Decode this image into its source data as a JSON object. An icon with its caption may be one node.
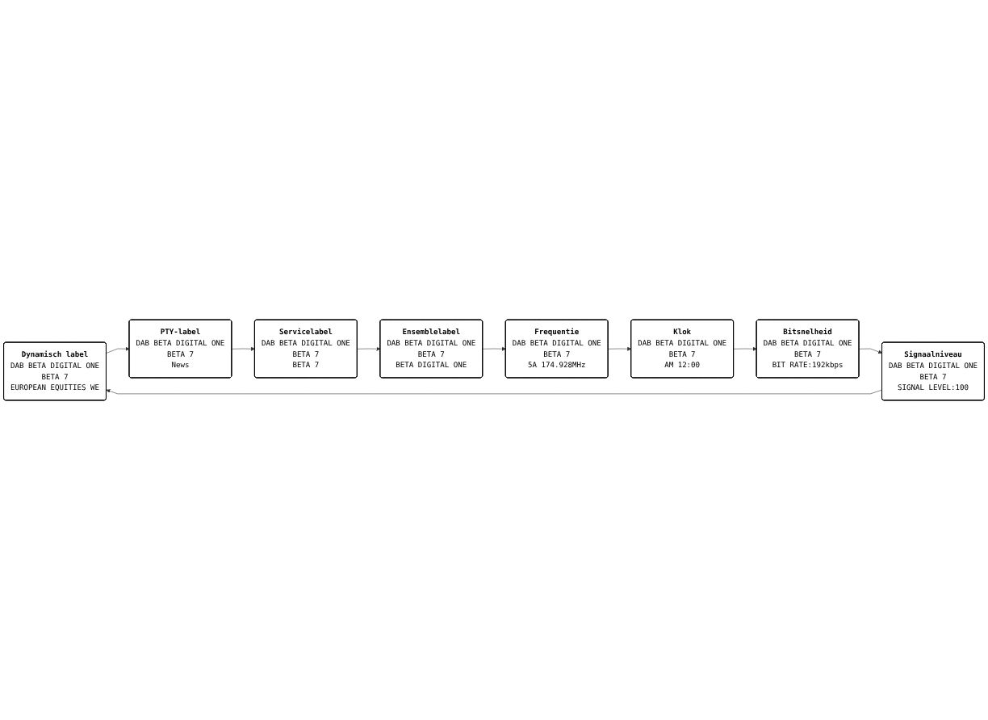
{
  "diagram": {
    "nodes": [
      {
        "text": [
          "Dynamisch label",
          "DAB BETA DIGITAL ONE",
          "BETA 7",
          "EUROPEAN EQUITIES WE"
        ]
      },
      {
        "text": [
          "PTY-label",
          "DAB BETA DIGITAL ONE",
          "BETA 7",
          "News"
        ]
      },
      {
        "text": [
          "Signaalniveau",
          "DAB BETA DIGITAL ONE",
          "BETA 7",
          "SIGNAL LEVEL:100"
        ]
      },
      {
        "text": [
          "Servicelabel",
          "DAB BETA DIGITAL ONE",
          "BETA 7",
          "BETA 7"
        ]
      },
      {
        "text": [
          "Bitsnelheid",
          "DAB BETA DIGITAL ONE",
          "BETA 7",
          "BIT RATE:192kbps"
        ]
      },
      {
        "text": [
          "Ensemblelabel",
          "DAB BETA DIGITAL ONE",
          "BETA 7",
          "BETA DIGITAL ONE"
        ]
      },
      {
        "text": [
          "Klok",
          "DAB BETA DIGITAL ONE",
          "BETA 7",
          "AM 12:00"
        ]
      },
      {
        "text": [
          "Frequentie",
          "DAB BETA DIGITAL ONE",
          "BETA 7",
          "5A 174.928MHz"
        ]
      }
    ],
    "edges": [
      {
        "from": 0,
        "to": 1,
        "arrow": "to"
      },
      {
        "from": 1,
        "to": 3,
        "arrow": "to"
      },
      {
        "from": 3,
        "to": 5,
        "arrow": "to"
      },
      {
        "from": 5,
        "to": 7,
        "arrow": "to"
      },
      {
        "from": 7,
        "to": 6,
        "arrow": "to"
      },
      {
        "from": 6,
        "to": 4,
        "arrow": "to"
      },
      {
        "from": 4,
        "to": 2,
        "arrow": "to"
      },
      {
        "from": 2,
        "to": 0,
        "arrow": "to"
      }
    ]
  }
}
